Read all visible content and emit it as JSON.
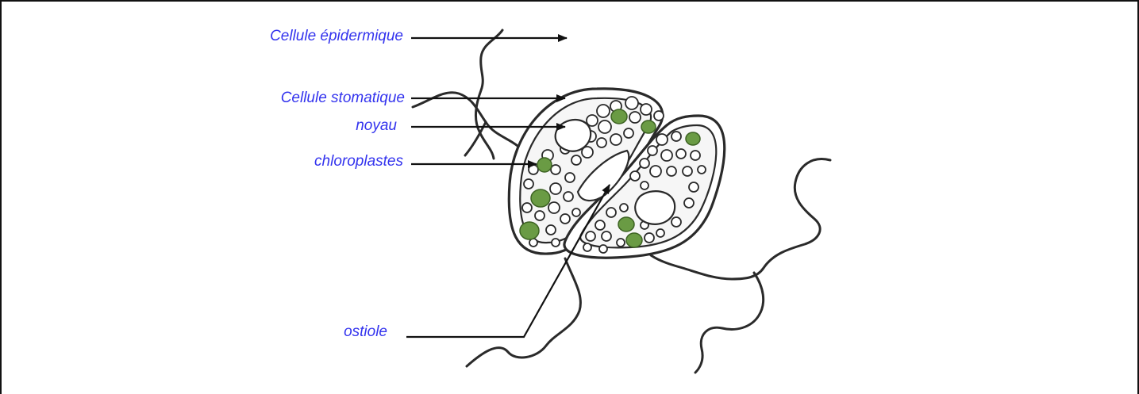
{
  "colors": {
    "label": "#3333ee",
    "chloroplast": "#6a9b44",
    "chloroplast_edge": "#3d6323",
    "outline": "#2a2a2a"
  },
  "labels": {
    "epidermal_cell": "Cellule épidermique",
    "stomatal_cell": "Cellule stomatique",
    "nucleus": "noyau",
    "chloroplasts": "chloroplastes",
    "ostiole": "ostiole"
  }
}
